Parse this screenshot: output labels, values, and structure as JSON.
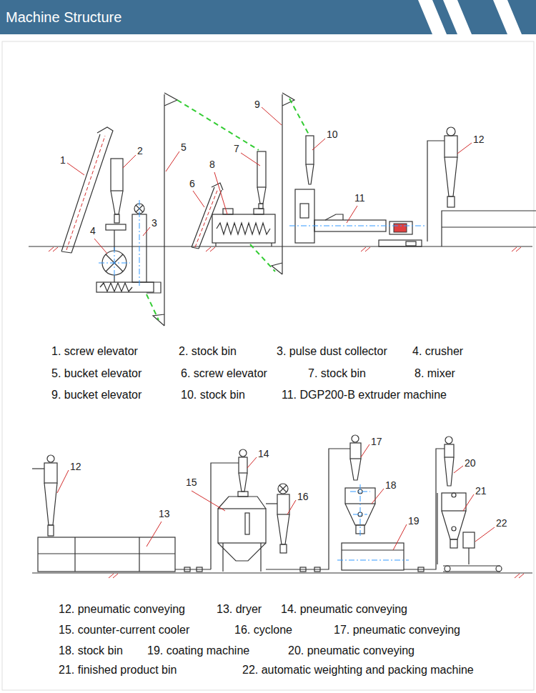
{
  "diagram": {
    "title": "Machine Structure",
    "labels": [
      "1",
      "2",
      "3",
      "4",
      "5",
      "6",
      "7",
      "8",
      "9",
      "10",
      "11",
      "12",
      "1. screw elevator",
      "2. stock bin",
      "3. pulse dust collector",
      "4. crusher",
      "5. bucket elevator",
      "6. screw elevator",
      "7. stock bin",
      "8. mixer",
      "9. bucket elevator",
      "10. stock bin",
      "11. DGP200-B extruder machine",
      "12",
      "13",
      "14",
      "15",
      "16",
      "17",
      "18",
      "19",
      "20",
      "21",
      "22",
      "12. pneumatic conveying",
      "13. dryer",
      "14. pneumatic conveying",
      "15. counter-current cooler",
      "16. cyclone",
      "17. pneumatic conveying",
      "18. stock bin",
      "19. coating machine",
      "20. pneumatic conveying",
      "21. finished product bin",
      "22. automatic weighting and packing machine"
    ]
  }
}
